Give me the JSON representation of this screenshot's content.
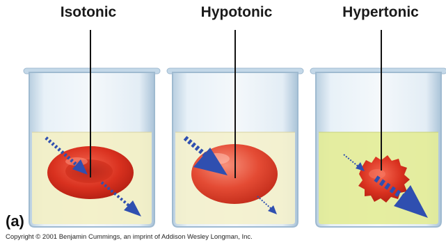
{
  "beakers": [
    {
      "title": "Isotonic",
      "cell_shape": "normal-biconcave-cell",
      "solution_color": "#f3f0c4"
    },
    {
      "title": "Hypotonic",
      "cell_shape": "swollen-cell",
      "solution_color": "#f4f1cc"
    },
    {
      "title": "Hypertonic",
      "cell_shape": "shriveled-cell",
      "solution_color": "#e3ec96"
    }
  ],
  "panel_label": "(a)",
  "copyright": "Copyright © 2001 Benjamin Cummings, an imprint of Addison Wesley Longman, Inc.",
  "colors": {
    "arrow": "#2f4fb0",
    "cell": "#e0392a",
    "glass": "#dbe9f3"
  }
}
